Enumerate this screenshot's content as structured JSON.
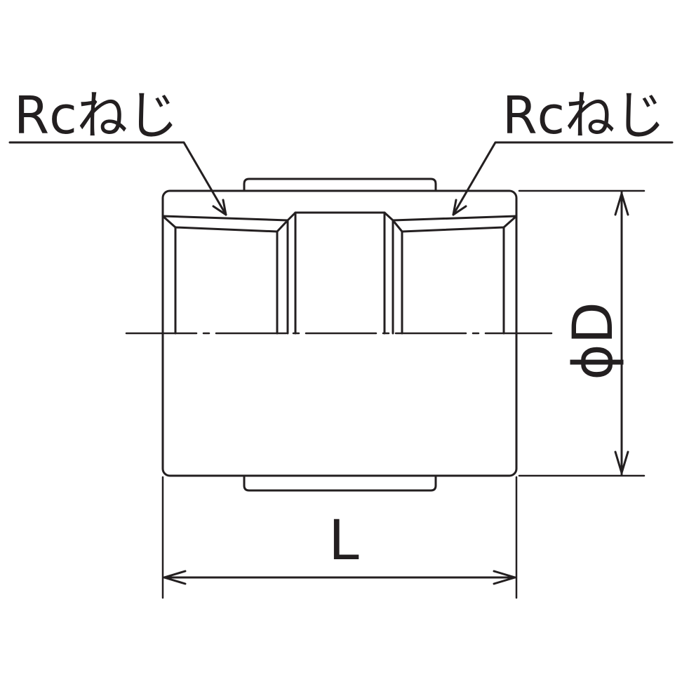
{
  "labels": {
    "left_thread": "Rcねじ",
    "right_thread": "Rcねじ",
    "diameter": "ϕD",
    "length": "L"
  },
  "colors": {
    "line": "#231f20",
    "background": "#ffffff"
  }
}
